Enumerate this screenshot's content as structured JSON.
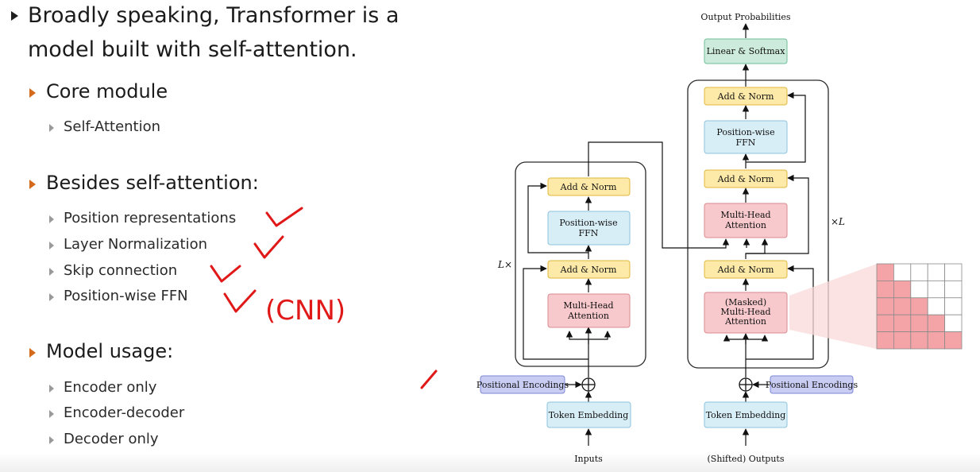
{
  "slide": {
    "main_bullet": [
      "Broadly speaking, Transformer is a",
      "model built with self-attention."
    ],
    "sections": [
      {
        "heading": "Core module",
        "items": [
          "Self-Attention"
        ]
      },
      {
        "heading": "Besides self-attention:",
        "items": [
          "Position representations",
          "Layer Normalization",
          "Skip connection",
          "Position-wise FFN"
        ]
      },
      {
        "heading": "Model usage:",
        "items": [
          "Encoder only",
          "Encoder-decoder",
          "Decoder only"
        ]
      }
    ],
    "annotation": "(CNN)"
  },
  "diagram": {
    "output_label": "Output Probabilities",
    "linear_softmax": "Linear & Softmax",
    "add_norm": "Add & Norm",
    "ffn": [
      "Position-wise",
      "FFN"
    ],
    "multi_head": [
      "Multi-Head",
      "Attention"
    ],
    "masked_multi_head": [
      "(Masked)",
      "Multi-Head",
      "Attention"
    ],
    "encoder_repeat": "L×",
    "decoder_repeat": "×L",
    "positional_encodings": "Positional Encodings",
    "token_embedding": "Token Embedding",
    "encoder_input": "Inputs",
    "decoder_input": "(Shifted) Outputs",
    "colors": {
      "add_norm_fill": "#fde9a8",
      "add_norm_stroke": "#e0b83e",
      "ffn_fill": "#d8eef7",
      "ffn_stroke": "#8cc3dc",
      "attn_fill": "#f8c9cc",
      "attn_stroke": "#d98a90",
      "linear_fill": "#cdebdc",
      "linear_stroke": "#6fbf98",
      "pos_fill": "#c9cdf4",
      "pos_stroke": "#7d87d8",
      "emb_fill": "#d8eef7",
      "emb_stroke": "#8cc3dc",
      "mask_fill": "#f4a3a6",
      "annotation_ink": "#e01818"
    }
  }
}
